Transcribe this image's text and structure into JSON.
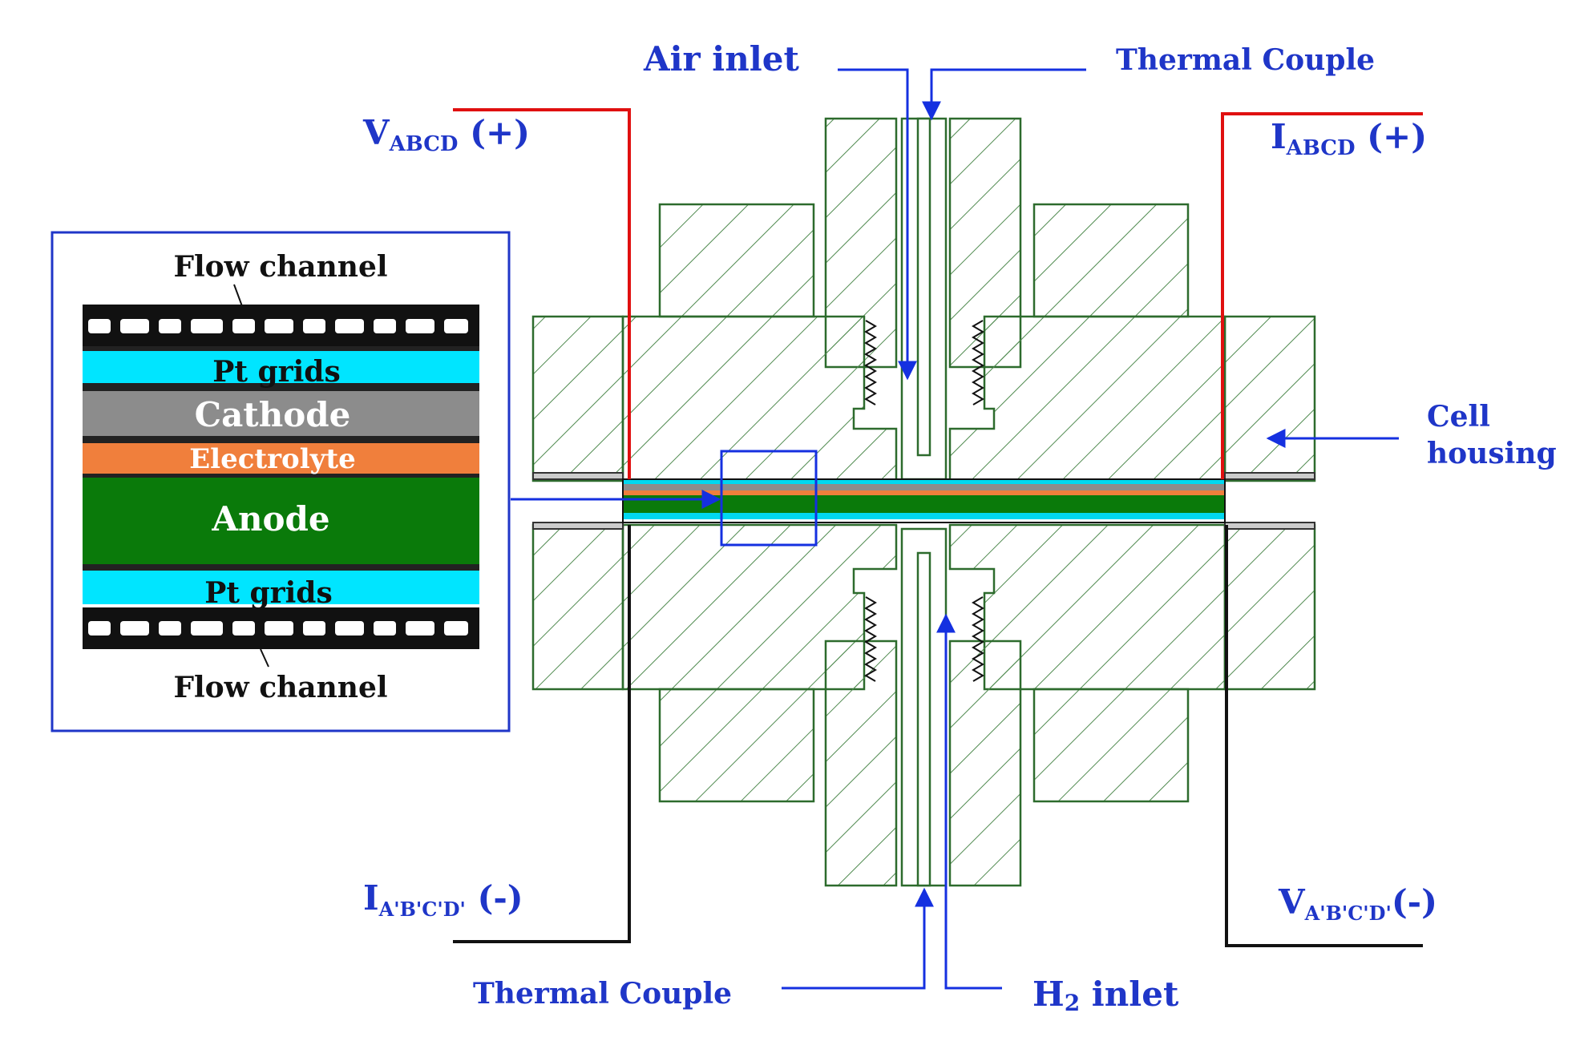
{
  "labels": {
    "air_inlet": "Air inlet",
    "thermal_couple_top": "Thermal Couple",
    "thermal_couple_bottom": "Thermal Couple",
    "h2_inlet": {
      "main": "H",
      "sub": "2",
      "rest": " inlet"
    },
    "v_pos": {
      "main": "V",
      "sub": "ABCD",
      "rest": " (+)"
    },
    "i_pos": {
      "main": "I",
      "sub": "ABCD",
      "rest": " (+)"
    },
    "i_neg": {
      "main": "I",
      "sub": "A'B'C'D'",
      "rest": " (-)"
    },
    "v_neg": {
      "main": "V",
      "sub": "A'B'C'D'",
      "rest": "(-)"
    },
    "cell_housing_1": "Cell",
    "cell_housing_2": "housing"
  },
  "inset": {
    "flow_channel_top": "Flow channel",
    "pt_grids_top": "Pt grids",
    "cathode": "Cathode",
    "electrolyte": "Electrolyte",
    "anode": "Anode",
    "pt_grids_bottom": "Pt grids",
    "flow_channel_bottom": "Flow channel"
  },
  "colors": {
    "label_blue": "#1f36c8",
    "arrow_blue": "#1530e0",
    "hatch_green": "#2d6b2d",
    "positive_wire": "#e01010",
    "negative_wire": "#111111",
    "pt_grid": "#00e5ff",
    "cathode": "#8c8c8c",
    "electrolyte": "#f07f3c",
    "anode": "#0a7a0a"
  }
}
